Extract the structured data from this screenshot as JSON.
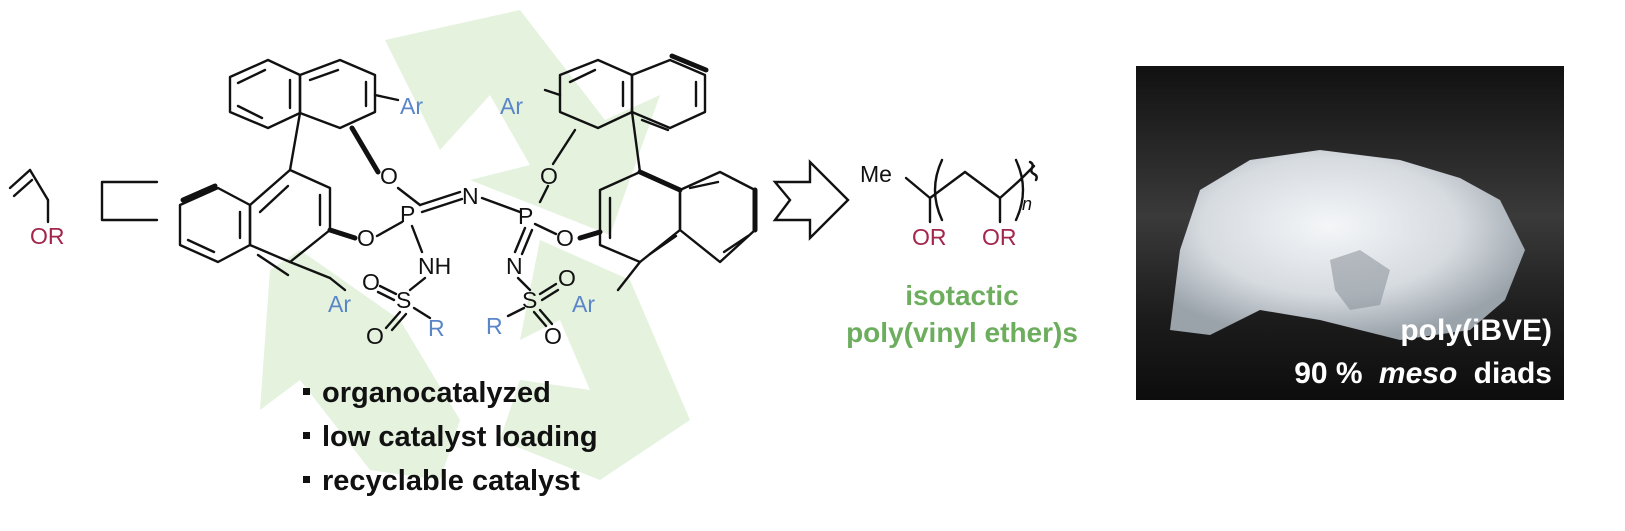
{
  "monomer": {
    "substituent": "OR"
  },
  "catalyst": {
    "atoms": {
      "oxygen": "O",
      "phosphorus": "P",
      "nitrogen": "N",
      "nh": "NH",
      "sulfur": "S",
      "aryl": "Ar",
      "r_group": "R"
    }
  },
  "product": {
    "end_group": "Me",
    "side_group": "OR",
    "repeat_subscript": "n",
    "label_line1": "isotactic",
    "label_line2": "poly(vinyl ether)s"
  },
  "features": [
    "organocatalyzed",
    "low catalyst loading",
    "recyclable catalyst"
  ],
  "photo": {
    "label_line1": "poly(iBVE)",
    "label_line2_value": "90 %",
    "label_line2_italic": "meso",
    "label_line2_rest": "diads"
  },
  "colors": {
    "aryl_blue": "#5a86c8",
    "alkoxy_red": "#a3264d",
    "label_green": "#6dae5e",
    "recycle_bg": "#e4f2de"
  }
}
